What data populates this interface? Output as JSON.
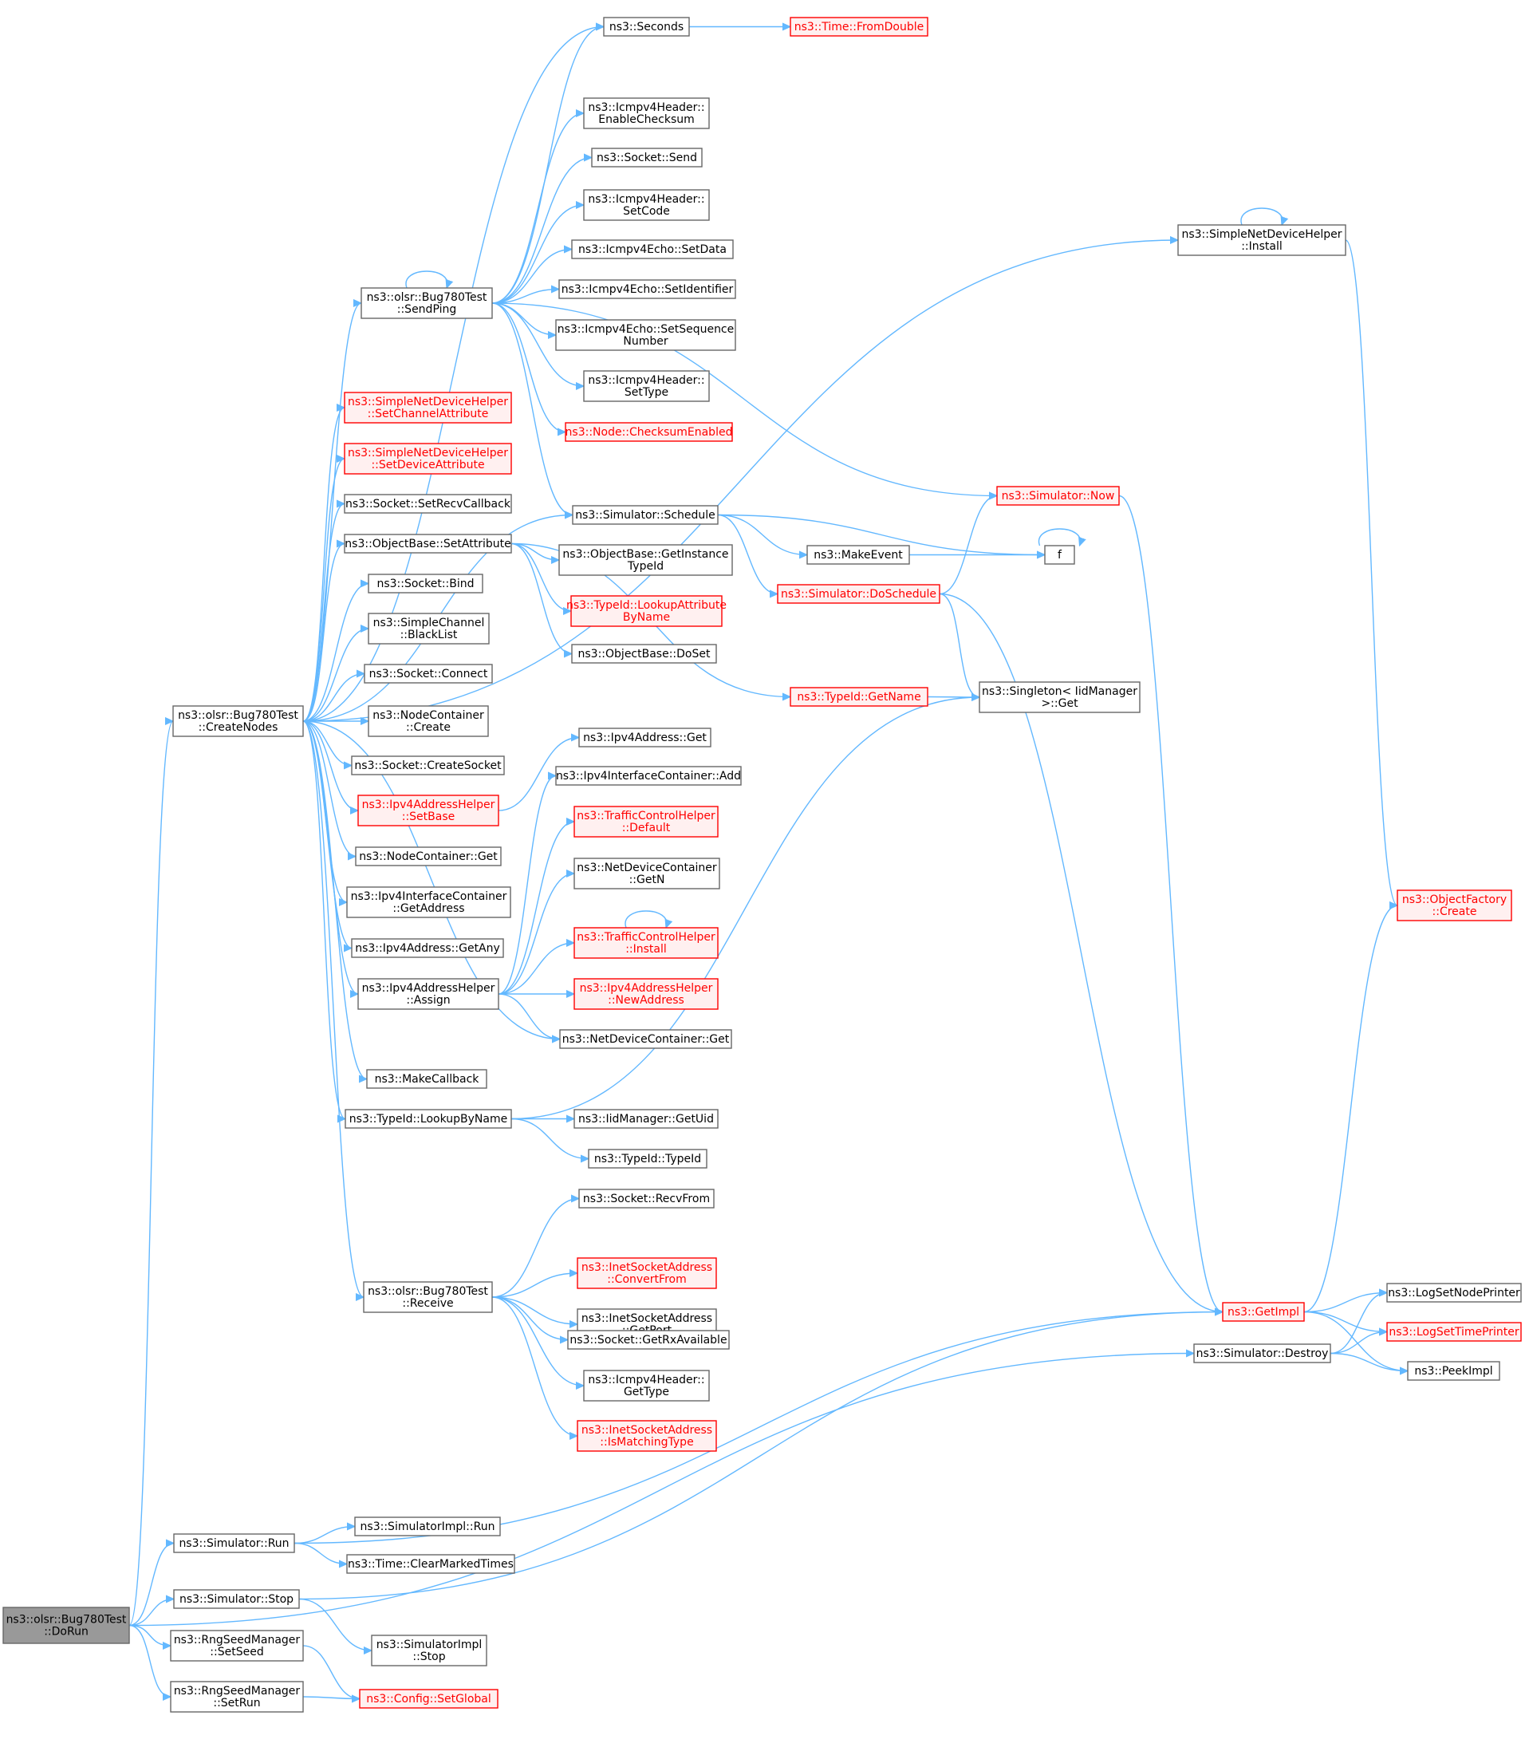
{
  "colors": {
    "edge": "#63b8ff",
    "node_border": "#666666",
    "node_fill": "#ffffff",
    "missing_border": "#ff0000",
    "missing_fill": "#fff0f0",
    "missing_text": "#ff0000",
    "current_fill": "#999999"
  },
  "nodes": [
    {
      "id": "dorun",
      "lines": [
        "ns3::olsr::Bug780Test",
        "::DoRun"
      ],
      "style": "current"
    },
    {
      "id": "createnodes",
      "lines": [
        "ns3::olsr::Bug780Test",
        "::CreateNodes"
      ],
      "style": "normal"
    },
    {
      "id": "simrun",
      "lines": [
        "ns3::Simulator::Run"
      ],
      "style": "normal"
    },
    {
      "id": "simstop",
      "lines": [
        "ns3::Simulator::Stop"
      ],
      "style": "normal"
    },
    {
      "id": "setseed",
      "lines": [
        "ns3::RngSeedManager",
        "::SetSeed"
      ],
      "style": "normal"
    },
    {
      "id": "setrun",
      "lines": [
        "ns3::RngSeedManager",
        "::SetRun"
      ],
      "style": "normal"
    },
    {
      "id": "seconds",
      "lines": [
        "ns3::Seconds"
      ],
      "style": "normal"
    },
    {
      "id": "fromdouble",
      "lines": [
        "ns3::Time::FromDouble"
      ],
      "style": "missing"
    },
    {
      "id": "enablechecksum",
      "lines": [
        "ns3::Icmpv4Header::",
        "EnableChecksum"
      ],
      "style": "normal"
    },
    {
      "id": "socksend",
      "lines": [
        "ns3::Socket::Send"
      ],
      "style": "normal"
    },
    {
      "id": "setcode",
      "lines": [
        "ns3::Icmpv4Header::",
        "SetCode"
      ],
      "style": "normal"
    },
    {
      "id": "setdata",
      "lines": [
        "ns3::Icmpv4Echo::SetData"
      ],
      "style": "normal"
    },
    {
      "id": "sendping",
      "lines": [
        "ns3::olsr::Bug780Test",
        "::SendPing"
      ],
      "style": "normal"
    },
    {
      "id": "setidentifier",
      "lines": [
        "ns3::Icmpv4Echo::SetIdentifier"
      ],
      "style": "normal"
    },
    {
      "id": "setsequence",
      "lines": [
        "ns3::Icmpv4Echo::SetSequence",
        "Number"
      ],
      "style": "normal"
    },
    {
      "id": "settype",
      "lines": [
        "ns3::Icmpv4Header::",
        "SetType"
      ],
      "style": "normal"
    },
    {
      "id": "checksumenabled",
      "lines": [
        "ns3::Node::ChecksumEnabled"
      ],
      "style": "missing"
    },
    {
      "id": "setchannelattr",
      "lines": [
        "ns3::SimpleNetDeviceHelper",
        "::SetChannelAttribute"
      ],
      "style": "missing"
    },
    {
      "id": "setdeviceattr",
      "lines": [
        "ns3::SimpleNetDeviceHelper",
        "::SetDeviceAttribute"
      ],
      "style": "missing"
    },
    {
      "id": "setrecvcallback",
      "lines": [
        "ns3::Socket::SetRecvCallback"
      ],
      "style": "normal"
    },
    {
      "id": "setattribute",
      "lines": [
        "ns3::ObjectBase::SetAttribute"
      ],
      "style": "normal"
    },
    {
      "id": "schedule",
      "lines": [
        "ns3::Simulator::Schedule"
      ],
      "style": "normal"
    },
    {
      "id": "simnow",
      "lines": [
        "ns3::Simulator::Now"
      ],
      "style": "missing"
    },
    {
      "id": "makeevent",
      "lines": [
        "ns3::MakeEvent"
      ],
      "style": "normal"
    },
    {
      "id": "f",
      "lines": [
        "f"
      ],
      "style": "normal"
    },
    {
      "id": "doschedule",
      "lines": [
        "ns3::Simulator::DoSchedule"
      ],
      "style": "missing"
    },
    {
      "id": "getinstancetypeid",
      "lines": [
        "ns3::ObjectBase::GetInstance",
        "TypeId"
      ],
      "style": "normal"
    },
    {
      "id": "lookupattributebyname",
      "lines": [
        "ns3::TypeId::LookupAttribute",
        "ByName"
      ],
      "style": "missing"
    },
    {
      "id": "doset",
      "lines": [
        "ns3::ObjectBase::DoSet"
      ],
      "style": "normal"
    },
    {
      "id": "sockbind",
      "lines": [
        "ns3::Socket::Bind"
      ],
      "style": "normal"
    },
    {
      "id": "blacklist",
      "lines": [
        "ns3::SimpleChannel",
        "::BlackList"
      ],
      "style": "normal"
    },
    {
      "id": "sockconnect",
      "lines": [
        "ns3::Socket::Connect"
      ],
      "style": "normal"
    },
    {
      "id": "getname",
      "lines": [
        "ns3::TypeId::GetName"
      ],
      "style": "missing"
    },
    {
      "id": "singletonget",
      "lines": [
        "ns3::Singleton< IidManager",
        ">::Get"
      ],
      "style": "normal"
    },
    {
      "id": "nccreate",
      "lines": [
        "ns3::NodeContainer",
        "::Create"
      ],
      "style": "normal"
    },
    {
      "id": "createsocket",
      "lines": [
        "ns3::Socket::CreateSocket"
      ],
      "style": "normal"
    },
    {
      "id": "ipv4addrget",
      "lines": [
        "ns3::Ipv4Address::Get"
      ],
      "style": "normal"
    },
    {
      "id": "setbase",
      "lines": [
        "ns3::Ipv4AddressHelper",
        "::SetBase"
      ],
      "style": "missing"
    },
    {
      "id": "iicadd",
      "lines": [
        "ns3::Ipv4InterfaceContainer::Add"
      ],
      "style": "normal"
    },
    {
      "id": "tchdefault",
      "lines": [
        "ns3::TrafficControlHelper",
        "::Default"
      ],
      "style": "missing"
    },
    {
      "id": "ncget",
      "lines": [
        "ns3::NodeContainer::Get"
      ],
      "style": "normal"
    },
    {
      "id": "ndcgetn",
      "lines": [
        "ns3::NetDeviceContainer",
        "::GetN"
      ],
      "style": "normal"
    },
    {
      "id": "iicgetaddress",
      "lines": [
        "ns3::Ipv4InterfaceContainer",
        "::GetAddress"
      ],
      "style": "normal"
    },
    {
      "id": "objfactorycreate",
      "lines": [
        "ns3::ObjectFactory",
        "::Create"
      ],
      "style": "missing"
    },
    {
      "id": "tchinstall",
      "lines": [
        "ns3::TrafficControlHelper",
        "::Install"
      ],
      "style": "missing"
    },
    {
      "id": "getany",
      "lines": [
        "ns3::Ipv4Address::GetAny"
      ],
      "style": "normal"
    },
    {
      "id": "assign",
      "lines": [
        "ns3::Ipv4AddressHelper",
        "::Assign"
      ],
      "style": "normal"
    },
    {
      "id": "newaddress",
      "lines": [
        "ns3::Ipv4AddressHelper",
        "::NewAddress"
      ],
      "style": "missing"
    },
    {
      "id": "ndcget",
      "lines": [
        "ns3::NetDeviceContainer::Get"
      ],
      "style": "normal"
    },
    {
      "id": "makecallback",
      "lines": [
        "ns3::MakeCallback"
      ],
      "style": "normal"
    },
    {
      "id": "lookupbyname",
      "lines": [
        "ns3::TypeId::LookupByName"
      ],
      "style": "normal"
    },
    {
      "id": "iidgetuid",
      "lines": [
        "ns3::IidManager::GetUid"
      ],
      "style": "normal"
    },
    {
      "id": "typeidtypeid",
      "lines": [
        "ns3::TypeId::TypeId"
      ],
      "style": "normal"
    },
    {
      "id": "recvfrom",
      "lines": [
        "ns3::Socket::RecvFrom"
      ],
      "style": "normal"
    },
    {
      "id": "convertfrom",
      "lines": [
        "ns3::InetSocketAddress",
        "::ConvertFrom"
      ],
      "style": "missing"
    },
    {
      "id": "receive",
      "lines": [
        "ns3::olsr::Bug780Test",
        "::Receive"
      ],
      "style": "normal"
    },
    {
      "id": "getport",
      "lines": [
        "ns3::InetSocketAddress",
        "::GetPort"
      ],
      "style": "normal"
    },
    {
      "id": "getrxavailable",
      "lines": [
        "ns3::Socket::GetRxAvailable"
      ],
      "style": "normal"
    },
    {
      "id": "gettype",
      "lines": [
        "ns3::Icmpv4Header::",
        "GetType"
      ],
      "style": "normal"
    },
    {
      "id": "ismatchingtype",
      "lines": [
        "ns3::InetSocketAddress",
        "::IsMatchingType"
      ],
      "style": "missing"
    },
    {
      "id": "getimpl",
      "lines": [
        "ns3::GetImpl"
      ],
      "style": "missing"
    },
    {
      "id": "logsetnodeprinter",
      "lines": [
        "ns3::LogSetNodePrinter"
      ],
      "style": "normal"
    },
    {
      "id": "logsettimeprinter",
      "lines": [
        "ns3::LogSetTimePrinter"
      ],
      "style": "missing"
    },
    {
      "id": "simdestroy",
      "lines": [
        "ns3::Simulator::Destroy"
      ],
      "style": "normal"
    },
    {
      "id": "peekimpl",
      "lines": [
        "ns3::PeekImpl"
      ],
      "style": "normal"
    },
    {
      "id": "simimplrun",
      "lines": [
        "ns3::SimulatorImpl::Run"
      ],
      "style": "normal"
    },
    {
      "id": "clearmarkedtimes",
      "lines": [
        "ns3::Time::ClearMarkedTimes"
      ],
      "style": "normal"
    },
    {
      "id": "simimplstop",
      "lines": [
        "ns3::SimulatorImpl",
        "::Stop"
      ],
      "style": "normal"
    },
    {
      "id": "configsetglobal",
      "lines": [
        "ns3::Config::SetGlobal"
      ],
      "style": "missing"
    },
    {
      "id": "sndhinstall",
      "lines": [
        "ns3::SimpleNetDeviceHelper",
        "::Install"
      ],
      "style": "normal"
    }
  ],
  "edges": [
    [
      "dorun",
      "createnodes"
    ],
    [
      "dorun",
      "simrun"
    ],
    [
      "dorun",
      "simstop"
    ],
    [
      "dorun",
      "setseed"
    ],
    [
      "dorun",
      "setrun"
    ],
    [
      "dorun",
      "simdestroy"
    ],
    [
      "createnodes",
      "seconds"
    ],
    [
      "createnodes",
      "sndhinstall"
    ],
    [
      "createnodes",
      "sendping"
    ],
    [
      "createnodes",
      "schedule"
    ],
    [
      "createnodes",
      "setchannelattr"
    ],
    [
      "createnodes",
      "setdeviceattr"
    ],
    [
      "createnodes",
      "setrecvcallback"
    ],
    [
      "createnodes",
      "setattribute"
    ],
    [
      "createnodes",
      "sockbind"
    ],
    [
      "createnodes",
      "blacklist"
    ],
    [
      "createnodes",
      "sockconnect"
    ],
    [
      "createnodes",
      "nccreate"
    ],
    [
      "createnodes",
      "createsocket"
    ],
    [
      "createnodes",
      "setbase"
    ],
    [
      "createnodes",
      "ncget"
    ],
    [
      "createnodes",
      "iicgetaddress"
    ],
    [
      "createnodes",
      "getany"
    ],
    [
      "createnodes",
      "assign"
    ],
    [
      "createnodes",
      "ndcget"
    ],
    [
      "createnodes",
      "makecallback"
    ],
    [
      "createnodes",
      "lookupbyname"
    ],
    [
      "createnodes",
      "receive"
    ],
    [
      "sendping",
      "seconds"
    ],
    [
      "sendping",
      "enablechecksum"
    ],
    [
      "sendping",
      "socksend"
    ],
    [
      "sendping",
      "setcode"
    ],
    [
      "sendping",
      "setdata"
    ],
    [
      "sendping",
      "setidentifier"
    ],
    [
      "sendping",
      "setsequence"
    ],
    [
      "sendping",
      "settype"
    ],
    [
      "sendping",
      "checksumenabled"
    ],
    [
      "sendping",
      "simnow"
    ],
    [
      "sendping",
      "schedule"
    ],
    [
      "sendping",
      "sendping"
    ],
    [
      "seconds",
      "fromdouble"
    ],
    [
      "sndhinstall",
      "objfactorycreate"
    ],
    [
      "sndhinstall",
      "sndhinstall"
    ],
    [
      "schedule",
      "f"
    ],
    [
      "schedule",
      "makeevent"
    ],
    [
      "schedule",
      "doschedule"
    ],
    [
      "makeevent",
      "f"
    ],
    [
      "f",
      "f"
    ],
    [
      "doschedule",
      "simnow"
    ],
    [
      "doschedule",
      "singletonget"
    ],
    [
      "doschedule",
      "getimpl"
    ],
    [
      "simnow",
      "getimpl"
    ],
    [
      "setattribute",
      "getinstancetypeid"
    ],
    [
      "setattribute",
      "lookupattributebyname"
    ],
    [
      "setattribute",
      "doset"
    ],
    [
      "setattribute",
      "getname"
    ],
    [
      "getname",
      "singletonget"
    ],
    [
      "setbase",
      "ipv4addrget"
    ],
    [
      "assign",
      "iicadd"
    ],
    [
      "assign",
      "tchdefault"
    ],
    [
      "assign",
      "ndcgetn"
    ],
    [
      "assign",
      "tchinstall"
    ],
    [
      "assign",
      "newaddress"
    ],
    [
      "assign",
      "ndcget"
    ],
    [
      "tchinstall",
      "tchinstall"
    ],
    [
      "lookupbyname",
      "singletonget"
    ],
    [
      "lookupbyname",
      "iidgetuid"
    ],
    [
      "lookupbyname",
      "typeidtypeid"
    ],
    [
      "receive",
      "recvfrom"
    ],
    [
      "receive",
      "convertfrom"
    ],
    [
      "receive",
      "getport"
    ],
    [
      "receive",
      "getrxavailable"
    ],
    [
      "receive",
      "gettype"
    ],
    [
      "receive",
      "ismatchingtype"
    ],
    [
      "simrun",
      "getimpl"
    ],
    [
      "simrun",
      "simimplrun"
    ],
    [
      "simrun",
      "clearmarkedtimes"
    ],
    [
      "simstop",
      "getimpl"
    ],
    [
      "simstop",
      "simimplstop"
    ],
    [
      "setseed",
      "configsetglobal"
    ],
    [
      "setrun",
      "configsetglobal"
    ],
    [
      "getimpl",
      "objfactorycreate"
    ],
    [
      "getimpl",
      "logsetnodeprinter"
    ],
    [
      "getimpl",
      "logsettimeprinter"
    ],
    [
      "getimpl",
      "peekimpl"
    ],
    [
      "simdestroy",
      "logsetnodeprinter"
    ],
    [
      "simdestroy",
      "logsettimeprinter"
    ],
    [
      "simdestroy",
      "peekimpl"
    ]
  ]
}
